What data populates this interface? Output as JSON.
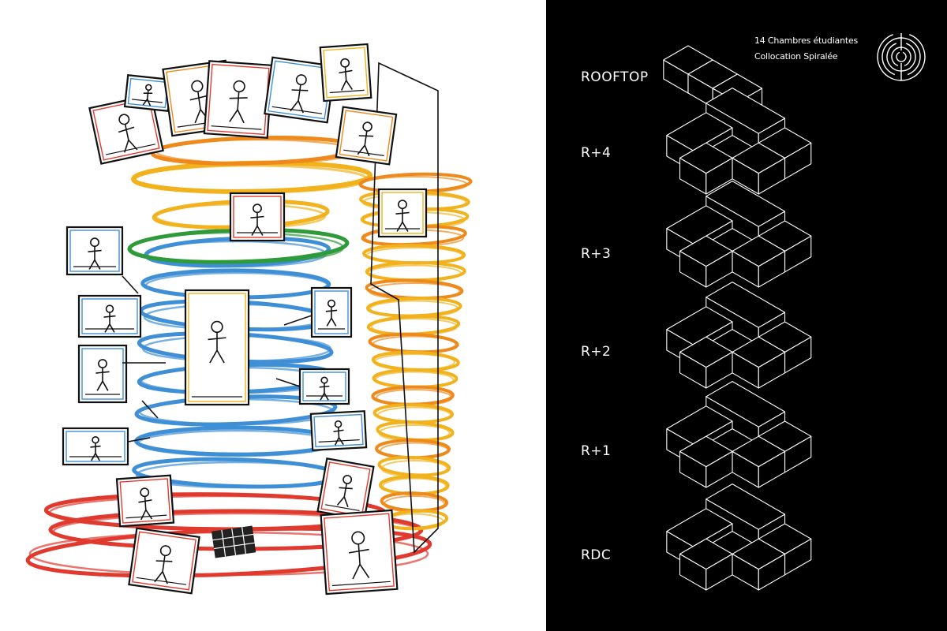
{
  "header": {
    "caption_line_1": "14 Chambres étudiantes",
    "caption_line_2": "Collocation Spiralée",
    "logo_icon": "labyrinth-icon"
  },
  "levels": [
    {
      "label": "ROOFTOP"
    },
    {
      "label": "R+4"
    },
    {
      "label": "R+3"
    },
    {
      "label": "R+2"
    },
    {
      "label": "R+1"
    },
    {
      "label": "RDC"
    }
  ],
  "colors": {
    "left_background": "#ffffff",
    "right_background": "#000000",
    "line_white": "#ffffff",
    "spiral_red": "#e03a2f",
    "spiral_blue": "#3f8fd6",
    "spiral_green": "#2f9a3a",
    "spiral_yellow": "#f1b21e",
    "spiral_orange": "#ee8a1c",
    "ink": "#111111"
  },
  "sketch": {
    "illustration_icon": "spiral-student-housing-sketch"
  }
}
